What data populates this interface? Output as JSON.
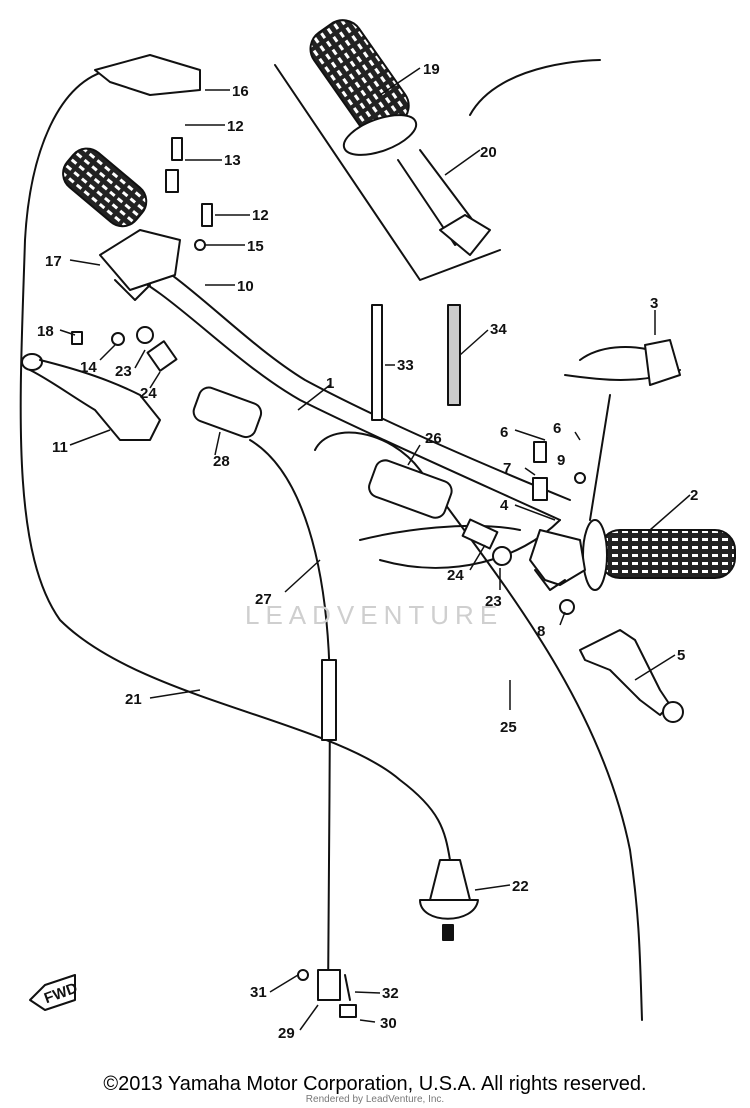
{
  "diagram": {
    "callouts": [
      "1",
      "2",
      "3",
      "4",
      "5",
      "6",
      "6",
      "7",
      "8",
      "9",
      "10",
      "11",
      "12",
      "12",
      "13",
      "14",
      "15",
      "16",
      "17",
      "18",
      "19",
      "20",
      "21",
      "22",
      "23",
      "23",
      "24",
      "24",
      "25",
      "26",
      "27",
      "28",
      "29",
      "30",
      "31",
      "32",
      "33",
      "34"
    ],
    "fwd_tag": "FWD"
  },
  "watermark": "LEADVENTURE",
  "footer": {
    "copyright": "©2013 Yamaha Motor Corporation, U.S.A. All rights reserved.",
    "render_credit": "Rendered by LeadVenture, Inc."
  }
}
